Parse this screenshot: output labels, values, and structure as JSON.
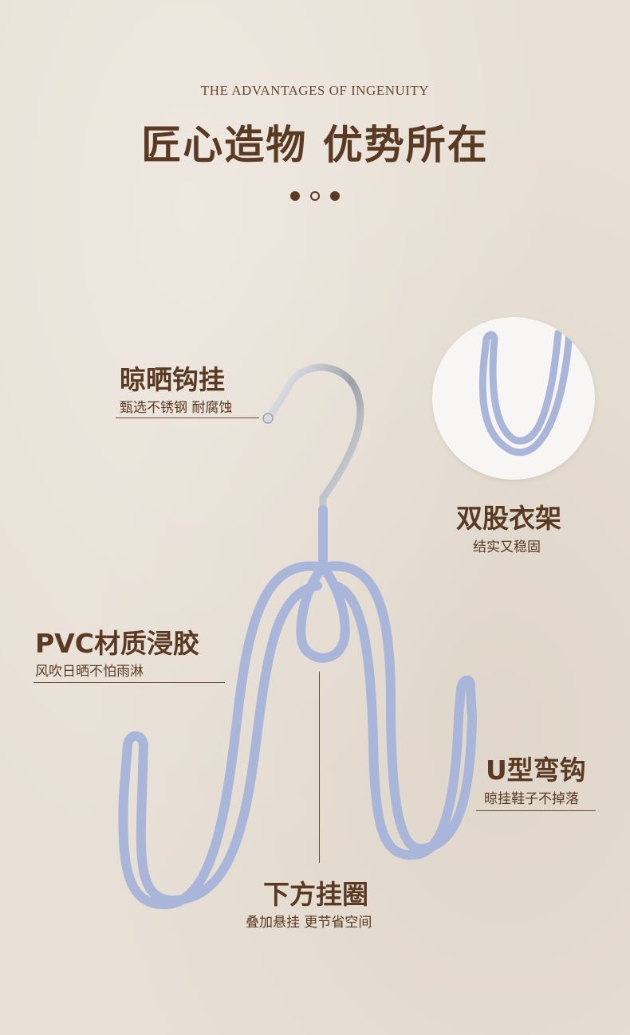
{
  "header": {
    "subtitle_en": "THE ADVANTAGES OF INGENUITY",
    "title_cn": "匠心造物 优势所在"
  },
  "features": {
    "hook": {
      "title": "晾晒钩挂",
      "subtitle": "甄选不锈钢 耐腐蚀"
    },
    "double": {
      "title": "双股衣架",
      "subtitle": "结实又稳固"
    },
    "pvc": {
      "title": "PVC材质浸胶",
      "subtitle": "风吹日晒不怕雨淋"
    },
    "u_hook": {
      "title": "U型弯钩",
      "subtitle": "晾挂鞋子不掉落"
    },
    "loop": {
      "title": "下方挂圈",
      "subtitle": "叠加悬挂 更节省空间"
    }
  },
  "colors": {
    "background": "#e8e0d6",
    "text": "#5a3a22",
    "hanger_blue": "#a9b6da",
    "steel": "#c8cdd4"
  }
}
